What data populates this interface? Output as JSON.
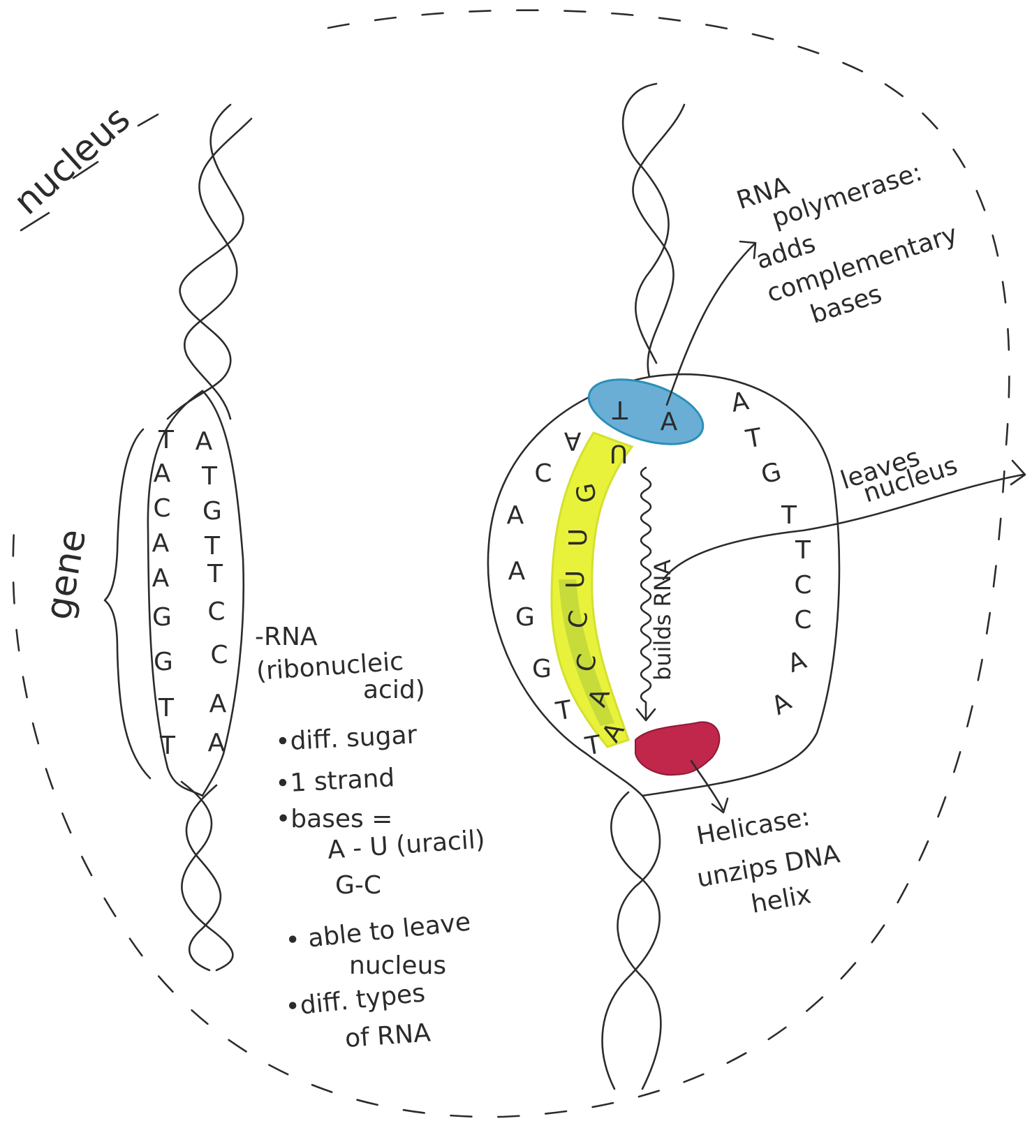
{
  "labels": {
    "nucleus": "nucleus",
    "gene": "gene",
    "rna_title": "-RNA",
    "rna_expansion_1": "(ribonucleic",
    "rna_expansion_2": "acid)",
    "rna_facts": [
      "•diff. sugar",
      "•1 strand",
      "•bases =",
      "A - U (uracil)",
      "G-C",
      "• able to leave",
      "nucleus",
      "•diff. types",
      "of RNA"
    ],
    "polymerase": [
      "RNA",
      "polymerase:",
      "adds",
      "complementary",
      "bases"
    ],
    "leaves_nucleus": [
      "leaves",
      "nucleus"
    ],
    "builds_rna": "builds RNA",
    "helicase": [
      "Helicase:",
      "unzips DNA",
      "helix"
    ]
  },
  "left_dna": {
    "template_strand": [
      "T",
      "A",
      "C",
      "A",
      "A",
      "G",
      "G",
      "T",
      "T"
    ],
    "coding_strand": [
      "A",
      "T",
      "G",
      "T",
      "T",
      "C",
      "C",
      "A",
      "A"
    ]
  },
  "right_dna": {
    "template_strand": [
      "T",
      "A",
      "C",
      "A",
      "A",
      "G",
      "G",
      "T",
      "T"
    ],
    "coding_strand": [
      "A",
      "T",
      "G",
      "T",
      "T",
      "C",
      "C",
      "A",
      "A"
    ],
    "mrna": [
      "A",
      "U",
      "G",
      "U",
      "U",
      "C",
      "C",
      "A",
      "A"
    ]
  },
  "colors": {
    "ink": "#2b2b2b",
    "rna_polymerase": "#6aaed6",
    "rna_polymerase_outline": "#2a8fb8",
    "helicase": "#c0274a",
    "mrna_highlight": "#e8f23a",
    "mrna_highlight_shade": "#b9d23a"
  },
  "icons": [
    "arrow-icon"
  ]
}
